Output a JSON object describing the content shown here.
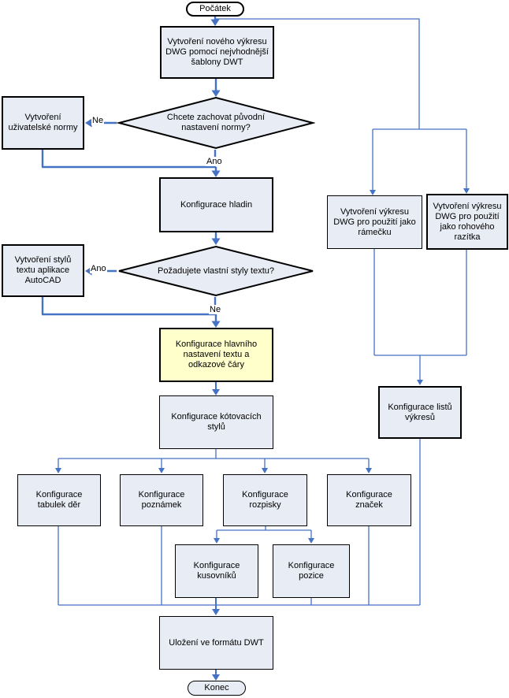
{
  "diagram": {
    "colors": {
      "connector_blue": "#4472C4",
      "node_fill": "#E8ECF5",
      "highlight_fill": "#FFFFCC",
      "border": "#000000"
    },
    "nodes": {
      "start": {
        "label": "Počátek"
      },
      "create_dwg": {
        "label": "Vytvoření nového výkresu DWG pomocí nejvhodnější šablony DWT"
      },
      "decision_norma": {
        "label": "Chcete zachovat původní nastavení normy?"
      },
      "user_norma": {
        "label": "Vytvoření uživatelské normy"
      },
      "hladiny": {
        "label": "Konfigurace hladin"
      },
      "decision_styly": {
        "label": "Požadujete vlastní styly textu?"
      },
      "styly_textu": {
        "label": "Vytvoření stylů textu aplikace AutoCAD"
      },
      "hlavni_nastaveni": {
        "label": "Konfigurace hlavního nastavení textu a odkazové čáry"
      },
      "kotovaci": {
        "label": "Konfigurace kótovacích stylů"
      },
      "tabulky_der": {
        "label": "Konfigurace tabulek děr"
      },
      "poznamky": {
        "label": "Konfigurace poznámek"
      },
      "rozpisky": {
        "label": "Konfigurace rozpisky"
      },
      "znacky": {
        "label": "Konfigurace značek"
      },
      "kusovniky": {
        "label": "Konfigurace kusovníků"
      },
      "pozice": {
        "label": "Konfigurace pozice"
      },
      "ulozeni": {
        "label": "Uložení ve formátu DWT"
      },
      "end": {
        "label": "Konec"
      },
      "ramecek": {
        "label": "Vytvoření výkresu DWG pro použití jako rámečku"
      },
      "razitko": {
        "label": "Vytvoření výkresu DWG pro použití jako rohového razítka"
      },
      "listy": {
        "label": "Konfigurace listů výkresů"
      }
    },
    "edge_labels": {
      "ne1": "Ne",
      "ano1": "Ano",
      "ano2": "Ano",
      "ne2": "Ne"
    }
  }
}
